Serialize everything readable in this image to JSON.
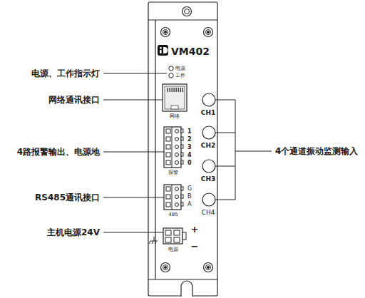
{
  "diagram": {
    "labels": [
      "VM402",
      "电源",
      "工作",
      "网络",
      "CH1",
      "CH2",
      "CH3",
      "CH4",
      "1",
      "2",
      "3",
      "4",
      "0",
      "报警",
      "G",
      "B",
      "A",
      "485",
      "+",
      "−",
      "电源",
      "电源、工作指示灯",
      "网络通讯接口",
      "4路报警输出、电源地",
      "RS485通讯接口",
      "主机电源24V",
      "4个通道振动监测输入"
    ]
  }
}
